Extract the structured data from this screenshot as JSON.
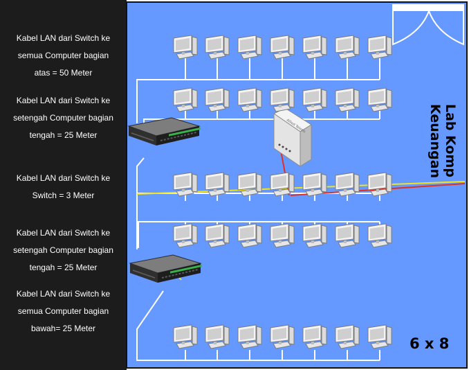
{
  "notes": [
    {
      "lines": [
        "Kabel LAN dari Switch ke",
        "semua Computer bagian",
        "atas =  50 Meter"
      ]
    },
    {
      "lines": [
        "Kabel LAN dari Switch ke",
        "setengah Computer bagian",
        "tengah =  25 Meter"
      ]
    },
    {
      "lines": [
        "Kabel LAN dari Switch ke",
        "Switch = 3 Meter"
      ]
    },
    {
      "lines": [
        "Kabel LAN dari Switch ke",
        "setengah Computer bagian",
        "tengah =  25 Meter"
      ]
    },
    {
      "lines": [
        "Kabel LAN dari Switch ke",
        "semua Computer bagian",
        "bawah=  25 Meter"
      ]
    }
  ],
  "room": {
    "label_lines": [
      "Lab Komp",
      "Keuangan"
    ],
    "size": "6 x 8",
    "rows": 5,
    "computers_per_row": 7
  },
  "router": {
    "brand": "Allied Telesis"
  },
  "colors": {
    "sidebar_bg": "#1c1c1c",
    "room_bg": "#6699ff",
    "cable": "#ffffff",
    "uplink_yellow": "#f2e41a",
    "uplink_red": "#e03020"
  }
}
